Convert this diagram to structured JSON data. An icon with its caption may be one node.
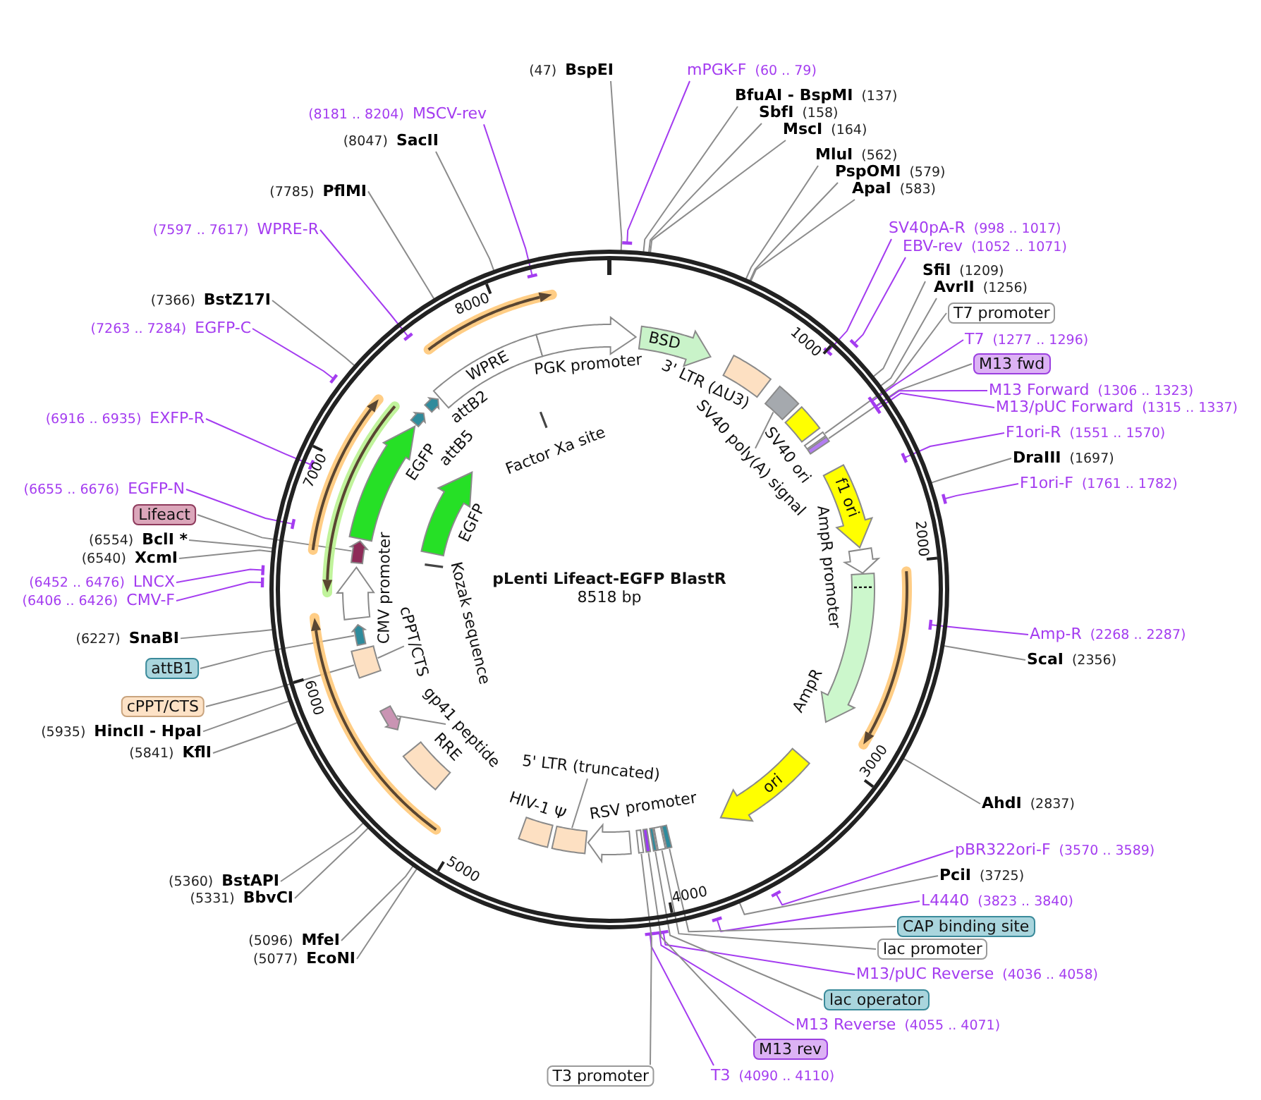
{
  "diagram": {
    "nodes": [
      {
        "text": [
          "pLenti Lifeact-EGFP BlastR",
          "8518 bp"
        ]
      },
      {
        "text": [
          "WPRE"
        ],
        "in": 0
      },
      {
        "text": [],
        "shape": "arrow",
        "beside": [
          "PGK promoter"
        ],
        "in": 0
      },
      {
        "text": [
          "BSD"
        ],
        "in": 0
      },
      {
        "text": [],
        "shape": "box",
        "beside": [
          "3' LTR (ΔU3)"
        ],
        "in": 0
      },
      {
        "text": [],
        "shape": "box",
        "in": 0
      },
      {
        "text": [],
        "shape": "box",
        "beside": [
          "SV40 ori"
        ],
        "in": 0
      },
      {
        "text": [],
        "shape": "box",
        "in": 0
      },
      {
        "text": [],
        "shape": "box",
        "in": 0
      },
      {
        "text": [
          "f1 ori"
        ],
        "in": 0
      },
      {
        "text": [],
        "shape": "arrow",
        "beside": [
          "AmpR promoter"
        ],
        "in": 0
      },
      {
        "text": [],
        "shape": "arrow",
        "beside": [
          "AmpR"
        ],
        "in": 0
      },
      {
        "text": [
          "ori"
        ],
        "in": 0
      },
      {
        "text": [],
        "shape": "box",
        "in": 0
      },
      {
        "text": [],
        "shape": "box",
        "in": 0
      },
      {
        "text": [],
        "shape": "box",
        "in": 0
      },
      {
        "text": [],
        "shape": "box",
        "in": 0
      },
      {
        "text": [],
        "shape": "box",
        "in": 0
      },
      {
        "text": [],
        "shape": "arrow",
        "beside": [
          "RSV promoter"
        ],
        "in": 0
      },
      {
        "text": [],
        "shape": "box",
        "in": 0
      },
      {
        "text": [],
        "shape": "box",
        "beside": [
          "HIV-1 Ψ"
        ],
        "in": 0
      },
      {
        "text": [],
        "shape": "box",
        "beside": [
          "RRE"
        ],
        "in": 0
      },
      {
        "text": [],
        "shape": "arrow",
        "in": 0
      },
      {
        "text": [],
        "shape": "box",
        "in": 0
      },
      {
        "text": [],
        "shape": "arrow",
        "in": 0
      },
      {
        "text": [],
        "shape": "arrow",
        "beside": [
          "CMV promoter"
        ],
        "in": 0
      },
      {
        "text": [],
        "shape": "arrow",
        "in": 0
      },
      {
        "text": [],
        "shape": "arrow",
        "beside": [
          "EGFP"
        ],
        "in": 0
      },
      {
        "text": [],
        "shape": "arrow",
        "in": 0
      },
      {
        "text": [],
        "shape": "arrow",
        "in": 0
      },
      {
        "text": [],
        "shape": "arrow",
        "beside": [
          "EGFP"
        ],
        "in": 0
      },
      {
        "text": [],
        "shape": "bar",
        "beside": [
          "Kozak sequence"
        ],
        "in": 0
      },
      {
        "text": [],
        "shape": "bar",
        "beside": [
          "Factor Xa site"
        ],
        "in": 0
      },
      {
        "text": [
          "SV40 poly(A) signal"
        ],
        "in": 0
      },
      {
        "text": [
          "5' LTR (truncated)"
        ],
        "in": 0
      },
      {
        "text": [
          "gp41 peptide"
        ],
        "in": 0
      },
      {
        "text": [
          "cPPT/CTS"
        ],
        "in": 0
      },
      {
        "text": [
          "mPGK-F",
          "(60 .. 79)"
        ]
      },
      {
        "text": [
          "BfuAI - BspMI",
          "(137)"
        ]
      },
      {
        "text": [
          "SbfI",
          "(158)"
        ]
      },
      {
        "text": [
          "MscI",
          "(164)"
        ]
      },
      {
        "text": [
          "MluI",
          "(562)"
        ]
      },
      {
        "text": [
          "PspOMI",
          "(579)"
        ]
      },
      {
        "text": [
          "ApaI",
          "(583)"
        ]
      },
      {
        "text": [
          "SV40pA-R",
          "(998 .. 1017)"
        ]
      },
      {
        "text": [
          "EBV-rev",
          "(1052 .. 1071)"
        ]
      },
      {
        "text": [
          "SfiI",
          "(1209)"
        ]
      },
      {
        "text": [
          "AvrII",
          "(1256)"
        ]
      },
      {
        "text": [
          "T7 promoter"
        ]
      },
      {
        "text": [
          "T7",
          "(1277 .. 1296)"
        ]
      },
      {
        "text": [
          "M13 fwd"
        ]
      },
      {
        "text": [
          "M13 Forward",
          "(1306 .. 1323)"
        ]
      },
      {
        "text": [
          "M13/pUC Forward",
          "(1315 .. 1337)"
        ]
      },
      {
        "text": [
          "F1ori-R",
          "(1551 .. 1570)"
        ]
      },
      {
        "text": [
          "DraIII",
          "(1697)"
        ]
      },
      {
        "text": [
          "F1ori-F",
          "(1761 .. 1782)"
        ]
      },
      {
        "text": [
          "Amp-R",
          "(2268 .. 2287)"
        ]
      },
      {
        "text": [
          "ScaI",
          "(2356)"
        ]
      },
      {
        "text": [
          "AhdI",
          "(2837)"
        ]
      },
      {
        "text": [
          "pBR322ori-F",
          "(3570 .. 3589)"
        ]
      },
      {
        "text": [
          "PciI",
          "(3725)"
        ]
      },
      {
        "text": [
          "L4440",
          "(3823 .. 3840)"
        ]
      },
      {
        "text": [
          "CAP binding site"
        ]
      },
      {
        "text": [
          "lac promoter"
        ]
      },
      {
        "text": [
          "M13/pUC Reverse",
          "(4036 .. 4058)"
        ]
      },
      {
        "text": [
          "lac operator"
        ]
      },
      {
        "text": [
          "M13 Reverse",
          "(4055 .. 4071)"
        ]
      },
      {
        "text": [
          "M13 rev"
        ]
      },
      {
        "text": [
          "T3",
          "(4090 .. 4110)"
        ]
      },
      {
        "text": [
          "T3 promoter"
        ]
      },
      {
        "text": [
          "(5077)",
          "EcoNI"
        ]
      },
      {
        "text": [
          "(5096)",
          "MfeI"
        ]
      },
      {
        "text": [
          "(5331)",
          "BbvCI"
        ]
      },
      {
        "text": [
          "(5360)",
          "BstAPI"
        ]
      },
      {
        "text": [
          "(5841)",
          "KflI"
        ]
      },
      {
        "text": [
          "(5935)",
          "HincII - HpaI"
        ]
      },
      {
        "text": [
          "cPPT/CTS"
        ]
      },
      {
        "text": [
          "attB1"
        ]
      },
      {
        "text": [
          "(6227)",
          "SnaBI"
        ]
      },
      {
        "text": [
          "(6406 .. 6426)",
          "CMV-F"
        ]
      },
      {
        "text": [
          "(6452 .. 6476)",
          "LNCX"
        ]
      },
      {
        "text": [
          "(6540)",
          "XcmI"
        ]
      },
      {
        "text": [
          "(6554)",
          "BclI *"
        ]
      },
      {
        "text": [
          "Lifeact"
        ]
      },
      {
        "text": [
          "(6655 .. 6676)",
          "EGFP-N"
        ]
      },
      {
        "text": [
          "(6916 .. 6935)",
          "EXFP-R"
        ]
      },
      {
        "text": [
          "(7263 .. 7284)",
          "EGFP-C"
        ]
      },
      {
        "text": [
          "(7366)",
          "BstZ17I"
        ]
      },
      {
        "text": [
          "(7597 .. 7617)",
          "WPRE-R"
        ]
      },
      {
        "text": [
          "(7785)",
          "PflMI"
        ]
      },
      {
        "text": [
          "(8047)",
          "SacII"
        ]
      },
      {
        "text": [
          "(8181 .. 8204)",
          "MSCV-rev"
        ]
      },
      {
        "text": [
          "(47)",
          "BspEI"
        ]
      }
    ],
    "edges": [
      {
        "from": 33,
        "to": 5,
        "arrow": "none"
      },
      {
        "from": 34,
        "to": 19,
        "arrow": "none"
      },
      {
        "from": 35,
        "to": 22,
        "arrow": "none"
      },
      {
        "from": 36,
        "to": 23,
        "arrow": "none"
      },
      {
        "from": 37,
        "to": 0,
        "arrow": "other",
        "color": "#a43cf0"
      },
      {
        "from": 38,
        "to": 0,
        "arrow": "none"
      },
      {
        "from": 39,
        "to": 0,
        "arrow": "none"
      },
      {
        "from": 40,
        "to": 0,
        "arrow": "none"
      },
      {
        "from": 41,
        "to": 0,
        "arrow": "none"
      },
      {
        "from": 42,
        "to": 0,
        "arrow": "none"
      },
      {
        "from": 43,
        "to": 0,
        "arrow": "none"
      },
      {
        "from": 44,
        "to": 0,
        "arrow": "other",
        "color": "#a43cf0"
      },
      {
        "from": 45,
        "to": 0,
        "arrow": "other",
        "color": "#a43cf0"
      },
      {
        "from": 46,
        "to": 0,
        "arrow": "none"
      },
      {
        "from": 47,
        "to": 0,
        "arrow": "none"
      },
      {
        "from": 48,
        "to": 7,
        "arrow": "none"
      },
      {
        "from": 49,
        "to": 0,
        "arrow": "other",
        "color": "#a43cf0"
      },
      {
        "from": 50,
        "to": 8,
        "arrow": "none"
      },
      {
        "from": 51,
        "to": 0,
        "arrow": "other",
        "color": "#a43cf0"
      },
      {
        "from": 52,
        "to": 0,
        "arrow": "other",
        "color": "#a43cf0"
      },
      {
        "from": 53,
        "to": 0,
        "arrow": "other",
        "color": "#a43cf0"
      },
      {
        "from": 54,
        "to": 0,
        "arrow": "none"
      },
      {
        "from": 55,
        "to": 0,
        "arrow": "other",
        "color": "#a43cf0"
      },
      {
        "from": 56,
        "to": 0,
        "arrow": "other",
        "color": "#a43cf0"
      },
      {
        "from": 57,
        "to": 0,
        "arrow": "none"
      },
      {
        "from": 58,
        "to": 0,
        "arrow": "none"
      },
      {
        "from": 59,
        "to": 0,
        "arrow": "other",
        "color": "#a43cf0"
      },
      {
        "from": 60,
        "to": 0,
        "arrow": "none"
      },
      {
        "from": 61,
        "to": 0,
        "arrow": "other",
        "color": "#a43cf0"
      },
      {
        "from": 62,
        "to": 13,
        "arrow": "none"
      },
      {
        "from": 63,
        "to": 14,
        "arrow": "none"
      },
      {
        "from": 64,
        "to": 0,
        "arrow": "other",
        "color": "#a43cf0"
      },
      {
        "from": 65,
        "to": 15,
        "arrow": "none"
      },
      {
        "from": 66,
        "to": 0,
        "arrow": "other",
        "color": "#a43cf0"
      },
      {
        "from": 67,
        "to": 16,
        "arrow": "none"
      },
      {
        "from": 68,
        "to": 0,
        "arrow": "other",
        "color": "#a43cf0"
      },
      {
        "from": 69,
        "to": 17,
        "arrow": "none"
      },
      {
        "from": 70,
        "to": 0,
        "arrow": "none"
      },
      {
        "from": 71,
        "to": 0,
        "arrow": "none"
      },
      {
        "from": 72,
        "to": 0,
        "arrow": "none"
      },
      {
        "from": 73,
        "to": 0,
        "arrow": "none"
      },
      {
        "from": 74,
        "to": 0,
        "arrow": "none"
      },
      {
        "from": 75,
        "to": 0,
        "arrow": "none"
      },
      {
        "from": 76,
        "to": 23,
        "arrow": "none"
      },
      {
        "from": 77,
        "to": 24,
        "arrow": "none"
      },
      {
        "from": 78,
        "to": 0,
        "arrow": "none"
      },
      {
        "from": 79,
        "to": 0,
        "arrow": "other",
        "color": "#a43cf0"
      },
      {
        "from": 80,
        "to": 0,
        "arrow": "other",
        "color": "#a43cf0"
      },
      {
        "from": 81,
        "to": 0,
        "arrow": "none"
      },
      {
        "from": 82,
        "to": 0,
        "arrow": "none"
      },
      {
        "from": 83,
        "to": 26,
        "arrow": "none"
      },
      {
        "from": 84,
        "to": 0,
        "arrow": "other",
        "color": "#a43cf0"
      },
      {
        "from": 85,
        "to": 0,
        "arrow": "other",
        "color": "#a43cf0"
      },
      {
        "from": 86,
        "to": 0,
        "arrow": "other",
        "color": "#a43cf0"
      },
      {
        "from": 87,
        "to": 0,
        "arrow": "none"
      },
      {
        "from": 88,
        "to": 0,
        "arrow": "other",
        "color": "#a43cf0"
      },
      {
        "from": 89,
        "to": 0,
        "arrow": "none"
      },
      {
        "from": 90,
        "to": 0,
        "arrow": "none"
      },
      {
        "from": 91,
        "to": 0,
        "arrow": "other",
        "color": "#a43cf0"
      },
      {
        "from": 92,
        "to": 0,
        "arrow": "none"
      }
    ],
    "labels": [
      "attB2",
      "attB5",
      "1000",
      "2000",
      "3000",
      "4000",
      "5000",
      "6000",
      "7000",
      "8000"
    ]
  }
}
